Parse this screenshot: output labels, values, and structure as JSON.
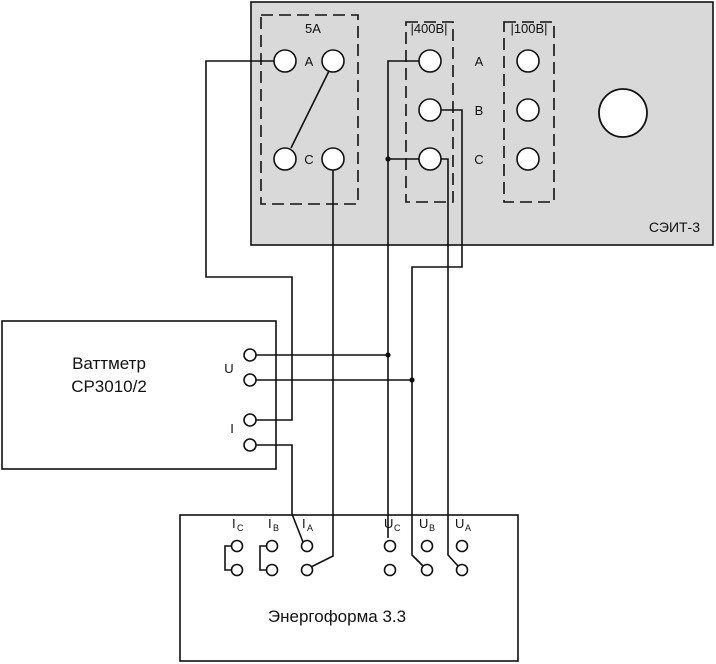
{
  "seit": {
    "name": "СЭИТ-3",
    "group_5a": "5А",
    "group_400v": "|400В|",
    "group_100v": "|100В|",
    "label_a_left": "А",
    "label_c_left": "С",
    "label_a": "А",
    "label_b": "В",
    "label_c": "С",
    "colors": {
      "panel": "#d9d9d9",
      "stroke": "#111111"
    }
  },
  "wattmeter": {
    "title_line1": "Ваттметр",
    "title_line2": "СР3010/2",
    "label_u": "U",
    "label_i": "I"
  },
  "energoforma": {
    "title": "Энергоформа 3.3",
    "terminals": [
      {
        "main": "I",
        "sub": "C"
      },
      {
        "main": "I",
        "sub": "B"
      },
      {
        "main": "I",
        "sub": "A"
      },
      {
        "main": "U",
        "sub": "C"
      },
      {
        "main": "U",
        "sub": "B"
      },
      {
        "main": "U",
        "sub": "A"
      }
    ]
  }
}
